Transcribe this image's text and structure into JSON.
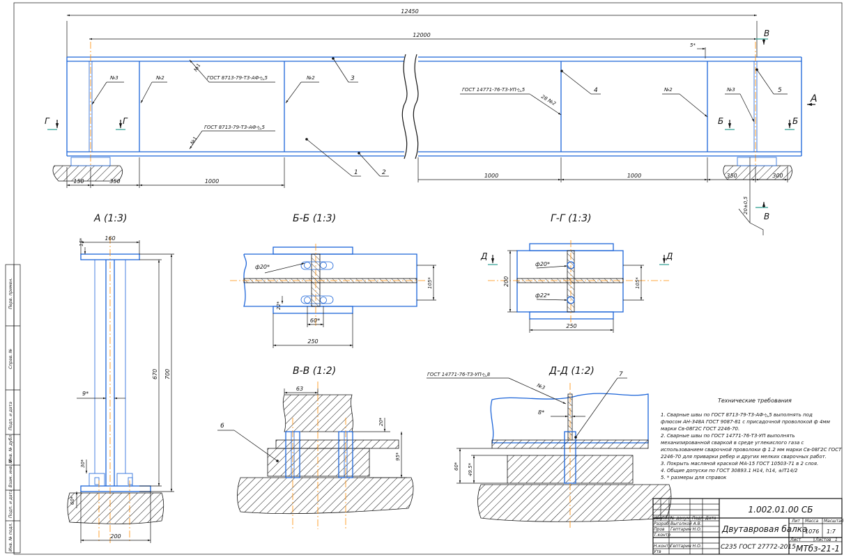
{
  "overall": {
    "dims": {
      "total_length": "12450",
      "span": "12000",
      "angle_note": "5*",
      "left_support_edge": "150",
      "left_to_stiffener": "350",
      "stiffener_pitch_left": "1000",
      "stiffener_pitch_right_a": "1000",
      "stiffener_pitch_right_b": "1000",
      "right_to_stiffener": "350",
      "right_support_edge": "300",
      "support_height": "20±0,5"
    },
    "weld_notes": {
      "top_flange": "ГОСТ 8713-79-Т3-АФ-◺5",
      "bottom_flange": "ГОСТ 8713-79-Т3-АФ-◺5",
      "stiffener": "ГОСТ 14771-76-Т3-УП-◺5"
    },
    "weld_marks": {
      "n1_top": "№1",
      "n1_bottom": "№1",
      "n2_a": "№2",
      "n2_b": "№2",
      "n2_c": "№2",
      "n2_28": "28 №2",
      "n3_left": "№3",
      "n3_right": "№3"
    },
    "positions": [
      "1",
      "2",
      "3",
      "4",
      "5"
    ],
    "section_marks": {
      "A": "А",
      "B": "В",
      "B2": "В",
      "Bsect_left": "Б",
      "Bsect_right": "Б",
      "G_left": "Г",
      "G_right": "Г"
    }
  },
  "view_A": {
    "title": "А (1:3)",
    "dims": {
      "flange_width": "160",
      "flange_thk": "15*",
      "web_height": "670",
      "total_height": "700",
      "web_thk": "9*",
      "stiff_gap": "30*",
      "plate_h": "60*",
      "base_width": "200"
    }
  },
  "section_BB": {
    "title": "Б-Б (1:3)",
    "dims": {
      "hole_top": "ф20*",
      "hole_bottom": "22*",
      "hole_pitch": "60*",
      "width": "250",
      "height": "105*"
    }
  },
  "section_GG": {
    "title": "Г-Г (1:3)",
    "mark": "Д",
    "mark2": "Д",
    "dims": {
      "hole_top": "ф20*",
      "hole_bottom": "ф22*",
      "height_outer": "200",
      "height_inner": "105*",
      "width": "250"
    }
  },
  "section_VV": {
    "title": "В-В (1:2)",
    "position": "6",
    "dims": {
      "top_width": "63",
      "gap": "20*",
      "height": "95*"
    }
  },
  "section_DD": {
    "title": "Д-Д (1:2)",
    "weld": "ГОСТ 14771-76-Т3-УП-◺8",
    "weld_mark": "№3",
    "position": "7",
    "dims": {
      "web": "8*",
      "plate_h": "60*",
      "slot_h": "49.5*"
    }
  },
  "tech_requirements": {
    "title": "Технические требования",
    "lines": [
      "1. Сварные швы по ГОСТ 8713-79-Т3-АФ-◺5 выполнять под",
      "флюсом АН-348А ГОСТ 9087-81 с присадочной проволокой ф 4мм",
      "марки Св-08Г2С ГОСТ 2246-70.",
      "2. Сварные швы по ГОСТ 14771-76-Т3-УП выполнять",
      "механизированной сваркой в среде углекислого газа с",
      "использованием сварочной проволоки ф 1.2 мм марки Св-08Г2С ГОСТ",
      "2246-70 для приварки ребер и других мелких сварочных работ.",
      "3. Покрыть масляной краской МА-15 ГОСТ 10503-71 в 2 слоя.",
      "4. Общие допуски по ГОСТ 30893.1 Н14, h14, ±IT14/2",
      "5. * размеры для справок"
    ]
  },
  "title_block": {
    "code_top": "1.002.01.00 СБ",
    "name": "Двутавровая балка",
    "material": "С235 ГОСТ 27772-2015",
    "code_bottom": "МТбз-21-1",
    "mass": "1076",
    "scale": "1:7",
    "col_lit": "Лит",
    "col_mass": "Масса",
    "col_scale": "Масштаб",
    "sheet": "Лист",
    "sheets": "Листов",
    "sheets_val": "1",
    "rows": {
      "izm": "Изм",
      "list": "Лист",
      "doc": "№ докум",
      "sign": "Подп",
      "date": "Дата",
      "razrab": "Разраб",
      "razrab_name": "Выголкой А.В.",
      "prov": "Пров",
      "prov_name": "Гептарин Н.О.",
      "tkontr": "Т.контр",
      "nkontr": "Н.контр",
      "nkontr_name": "Гептарин Н.О.",
      "utv": "Утв"
    }
  },
  "side_stamps": [
    "Перв. примен.",
    "Справ. №",
    "Подп. и дата",
    "Инв. № дубл.",
    "Взам. инв. №",
    "Подп. и дата",
    "Инв. № подл."
  ]
}
